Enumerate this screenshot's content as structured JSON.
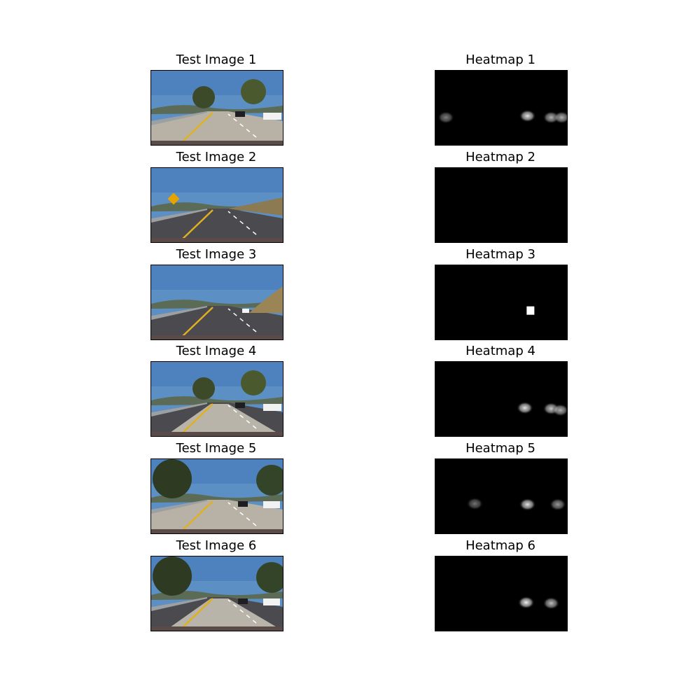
{
  "figure": {
    "panels": [
      {
        "title": "Test Image 1",
        "heat_title": "Heatmap 1",
        "scene": "tree-road",
        "blobs": [
          [
            0.08,
            0.63,
            0.5
          ],
          [
            0.7,
            0.61,
            0.9
          ],
          [
            0.88,
            0.63,
            0.7
          ],
          [
            0.96,
            0.63,
            0.7
          ]
        ]
      },
      {
        "title": "Test Image 2",
        "heat_title": "Heatmap 2",
        "scene": "sign-road",
        "blobs": []
      },
      {
        "title": "Test Image 3",
        "heat_title": "Heatmap 3",
        "scene": "hill-road",
        "blobs": [
          [
            0.72,
            0.61,
            1.0
          ]
        ]
      },
      {
        "title": "Test Image 4",
        "heat_title": "Heatmap 4",
        "scene": "tree-road-cars",
        "blobs": [
          [
            0.68,
            0.62,
            0.9
          ],
          [
            0.88,
            0.63,
            0.8
          ],
          [
            0.95,
            0.65,
            0.7
          ]
        ]
      },
      {
        "title": "Test Image 5",
        "heat_title": "Heatmap 5",
        "scene": "trees-shadow",
        "blobs": [
          [
            0.3,
            0.6,
            0.45
          ],
          [
            0.7,
            0.61,
            0.9
          ],
          [
            0.93,
            0.61,
            0.6
          ]
        ]
      },
      {
        "title": "Test Image 6",
        "heat_title": "Heatmap 6",
        "scene": "trees-cars",
        "blobs": [
          [
            0.69,
            0.62,
            0.95
          ],
          [
            0.88,
            0.63,
            0.75
          ]
        ]
      }
    ]
  }
}
